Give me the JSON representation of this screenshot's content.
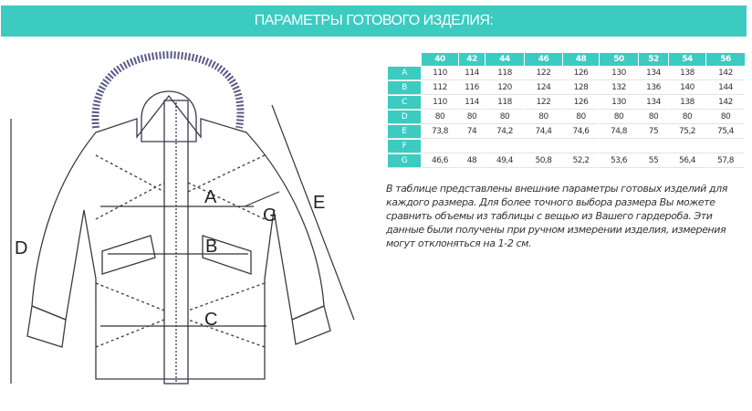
{
  "header": {
    "title": "ПАРАМЕТРЫ ГОТОВОГО ИЗДЕЛИЯ:"
  },
  "diagram": {
    "labels": {
      "a": "A",
      "b": "B",
      "c": "C",
      "d": "D",
      "e": "E",
      "g": "G"
    }
  },
  "table": {
    "sizes": [
      "40",
      "42",
      "44",
      "46",
      "48",
      "50",
      "52",
      "54",
      "56"
    ],
    "rows": [
      {
        "label": "A",
        "values": [
          "110",
          "114",
          "118",
          "122",
          "126",
          "130",
          "134",
          "138",
          "142"
        ]
      },
      {
        "label": "B",
        "values": [
          "112",
          "116",
          "120",
          "124",
          "128",
          "132",
          "136",
          "140",
          "144"
        ]
      },
      {
        "label": "C",
        "values": [
          "110",
          "114",
          "118",
          "122",
          "126",
          "130",
          "134",
          "138",
          "142"
        ]
      },
      {
        "label": "D",
        "values": [
          "80",
          "80",
          "80",
          "80",
          "80",
          "80",
          "80",
          "80",
          "80"
        ]
      },
      {
        "label": "E",
        "values": [
          "73,8",
          "74",
          "74,2",
          "74,4",
          "74,6",
          "74,8",
          "75",
          "75,2",
          "75,4"
        ]
      },
      {
        "label": "F",
        "values": [
          "",
          "",
          "",
          "",
          "",
          "",
          "",
          "",
          ""
        ]
      },
      {
        "label": "G",
        "values": [
          "46,6",
          "48",
          "49,4",
          "50,8",
          "52,2",
          "53,6",
          "55",
          "56,4",
          "57,8"
        ]
      }
    ]
  },
  "note": "В таблице представлены внешние параметры готовых изделий для каждого размера. Для более точного выбора размера Вы можете сравнить объемы из таблицы с вещью из Вашего гардероба. Эти данные были получены при ручном измерении изделия, измерения могут отклоняться на 1-2 см.",
  "colors": {
    "accent": "#3ccbc0",
    "line": "#3a3a4a"
  }
}
